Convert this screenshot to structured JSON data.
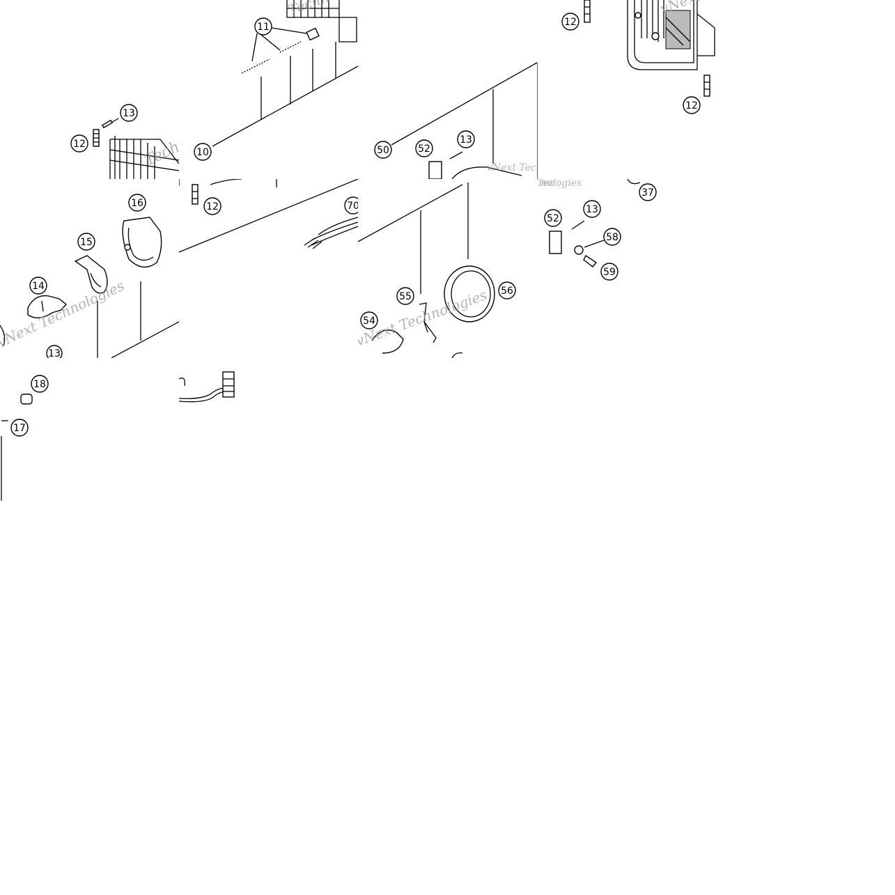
{
  "diagram": {
    "callouts": {
      "c10": "10",
      "c11": "11",
      "c12a": "12",
      "c13a": "13",
      "c50": "50",
      "c52a": "52",
      "c13b": "13",
      "c12b": "12",
      "c12c": "12",
      "c16": "16",
      "c15": "15",
      "c14": "14",
      "c12d": "12",
      "c13c": "13",
      "c70": "70",
      "c55": "55",
      "c54": "54",
      "c56": "56",
      "c37": "37",
      "c52b": "52",
      "c13d": "13",
      "c58": "58",
      "c59": "59",
      "c18": "18",
      "c17": "17"
    },
    "watermarks": {
      "w1": "Technologies",
      "w2": "vNext Technologies",
      "w3": "vNext Technologies",
      "w4": "Technologies",
      "w5": "vNext",
      "w6": "vNext Technologies",
      "w7": "Tec",
      "w8": "nologies"
    }
  }
}
